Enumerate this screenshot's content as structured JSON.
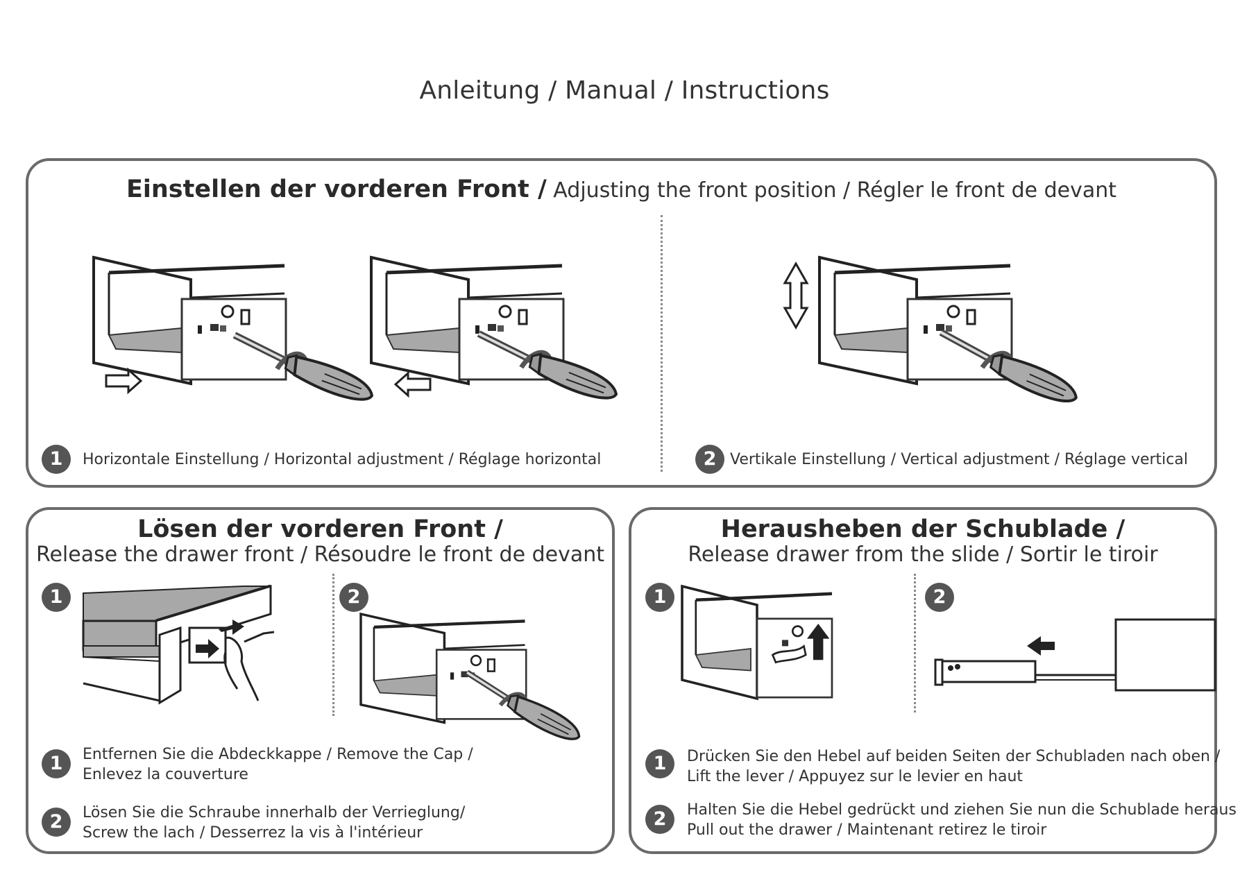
{
  "page_title": "Anleitung / Manual / Instructions",
  "panel_top": {
    "title_bold": "Einstellen der vorderen Front /",
    "title_regular": " Adjusting the front position / Régler le front de devant",
    "step1": {
      "number": "1",
      "caption": "Horizontale Einstellung / Horizontal adjustment / Réglage horizontal"
    },
    "step2": {
      "number": "2",
      "caption": "Vertikale Einstellung / Vertical adjustment / Réglage vertical"
    }
  },
  "panel_bottom_left": {
    "title_bold": "Lösen der vorderen Front /",
    "subtitle": "Release the drawer front / Résoudre le front de devant",
    "fig1_number": "1",
    "fig2_number": "2",
    "step1": {
      "number": "1",
      "line1": "Entfernen Sie die Abdeckkappe / Remove the Cap /",
      "line2": "Enlevez la couverture"
    },
    "step2": {
      "number": "2",
      "line1": "Lösen Sie die Schraube innerhalb der Verrieglung/",
      "line2": "Screw the lach / Desserrez la vis à l'intérieur"
    }
  },
  "panel_bottom_right": {
    "title_bold": "Herausheben der Schublade /",
    "subtitle": "Release drawer from the slide / Sortir le tiroir",
    "fig1_number": "1",
    "fig2_number": "2",
    "step1": {
      "number": "1",
      "line1": "Drücken Sie den Hebel auf beiden Seiten der Schubladen nach oben /",
      "line2": "Lift the lever / Appuyez sur le levier en haut"
    },
    "step2": {
      "number": "2",
      "line1": "Halten Sie die Hebel gedrückt und ziehen Sie nun die Schublade heraus",
      "line2": "Pull out the drawer / Maintenant retirez le tiroir"
    }
  },
  "colors": {
    "border": "#6a6a6a",
    "badge": "#555555",
    "drawer_floor": "#a8a8a8",
    "text": "#333333"
  }
}
